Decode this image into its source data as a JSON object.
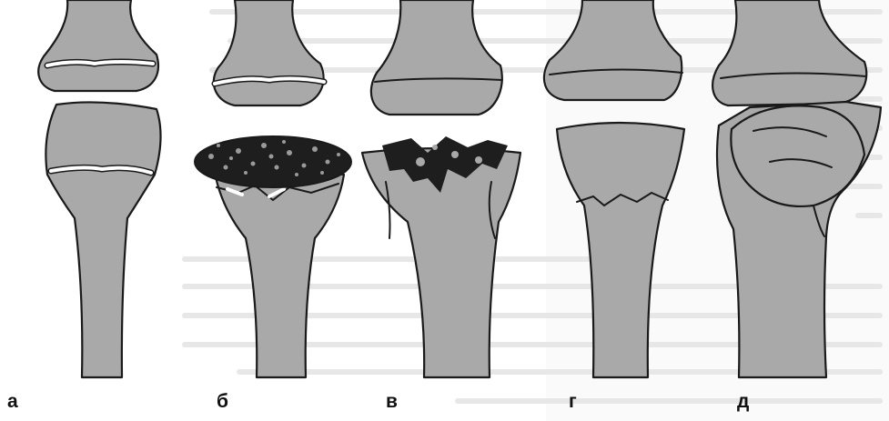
{
  "figure": {
    "panels": [
      {
        "id": "a",
        "label": "а"
      },
      {
        "id": "b",
        "label": "б"
      },
      {
        "id": "v",
        "label": "в"
      },
      {
        "id": "g",
        "label": "г"
      },
      {
        "id": "d",
        "label": "д"
      }
    ]
  },
  "colors": {
    "bone_fill": "#a9a9a9",
    "outline": "#1a1a1a",
    "growth_plate": "#ffffff",
    "necrosis": "#1e1e1e",
    "background": "#ffffff"
  }
}
